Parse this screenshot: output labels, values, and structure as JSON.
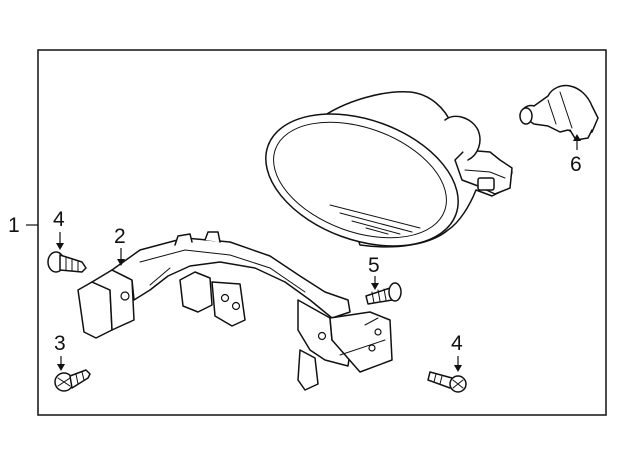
{
  "callouts": {
    "assembly": "1",
    "bracket": "2",
    "screw_lower": "3",
    "bolt_left": "4",
    "bolt_right": "4",
    "bolt_center": "5",
    "bulb": "6"
  }
}
